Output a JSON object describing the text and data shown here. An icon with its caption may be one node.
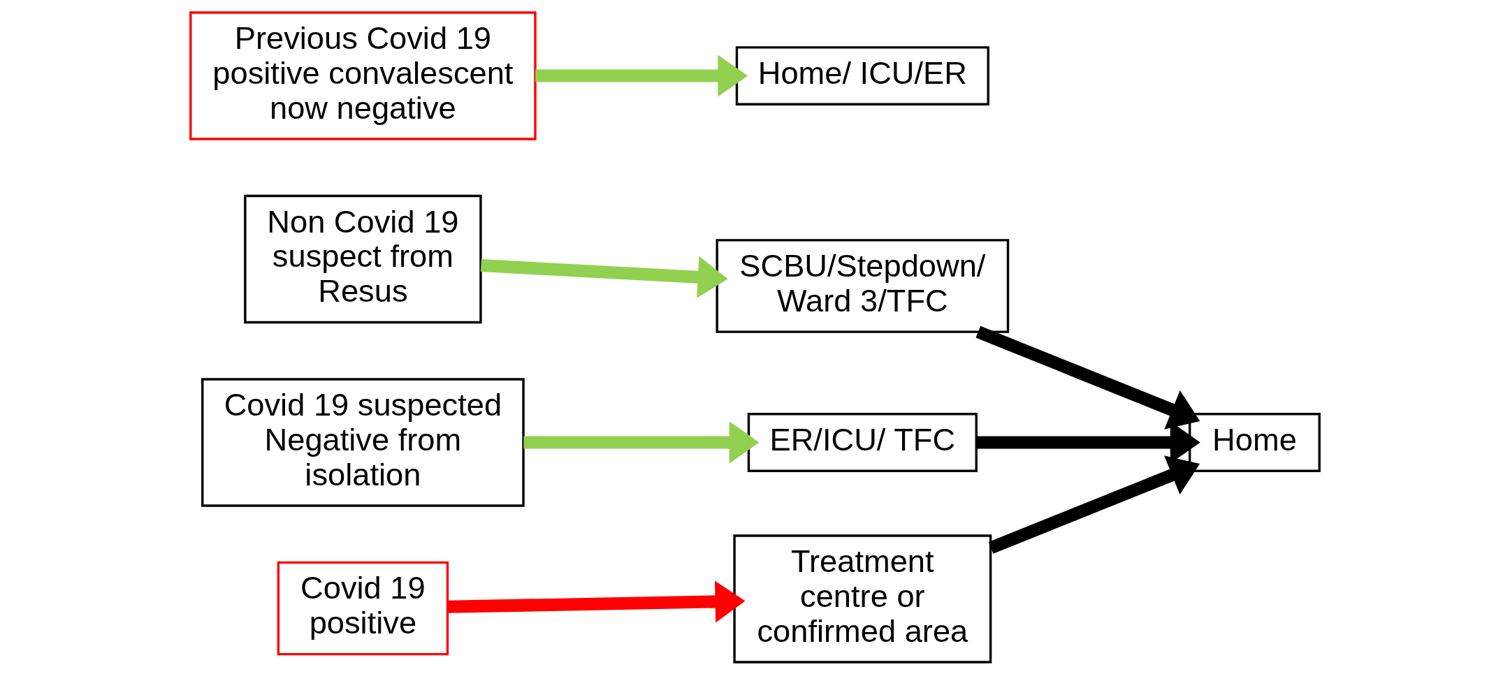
{
  "diagram": {
    "nodes": [
      {
        "text": [
          "Non Covid 19 suspect from Resus"
        ]
      },
      {
        "text": [
          "SCBU/Stepdown/ Ward 3/TFC"
        ]
      },
      {
        "text": [
          "Covid 19 suspected Negative from isolation"
        ]
      },
      {
        "text": [
          "ER/ICU/ TFC"
        ]
      },
      {
        "text": [
          "Home"
        ]
      },
      {
        "text": [
          "Covid 19 positive"
        ]
      },
      {
        "text": [
          "Treatment centre or confirmed area"
        ]
      },
      {
        "text": [
          "Previous Covid 19 positive convalescent now negative"
        ]
      },
      {
        "text": [
          "Home/ ICU/ER"
        ]
      }
    ],
    "edges": [
      {
        "from": 0,
        "to": 1,
        "arrow": "to",
        "color": "#92d050"
      },
      {
        "from": 1,
        "to": 4,
        "arrow": "to",
        "color": "#000000"
      },
      {
        "from": 2,
        "to": 3,
        "arrow": "to",
        "color": "#92d050"
      },
      {
        "from": 3,
        "to": 4,
        "arrow": "to",
        "color": "#000000"
      },
      {
        "from": 5,
        "to": 6,
        "arrow": "to",
        "color": "#ff0000"
      },
      {
        "from": 6,
        "to": 4,
        "arrow": "to",
        "color": "#000000"
      },
      {
        "from": 7,
        "to": 8,
        "arrow": "to",
        "color": "#92d050"
      }
    ]
  }
}
